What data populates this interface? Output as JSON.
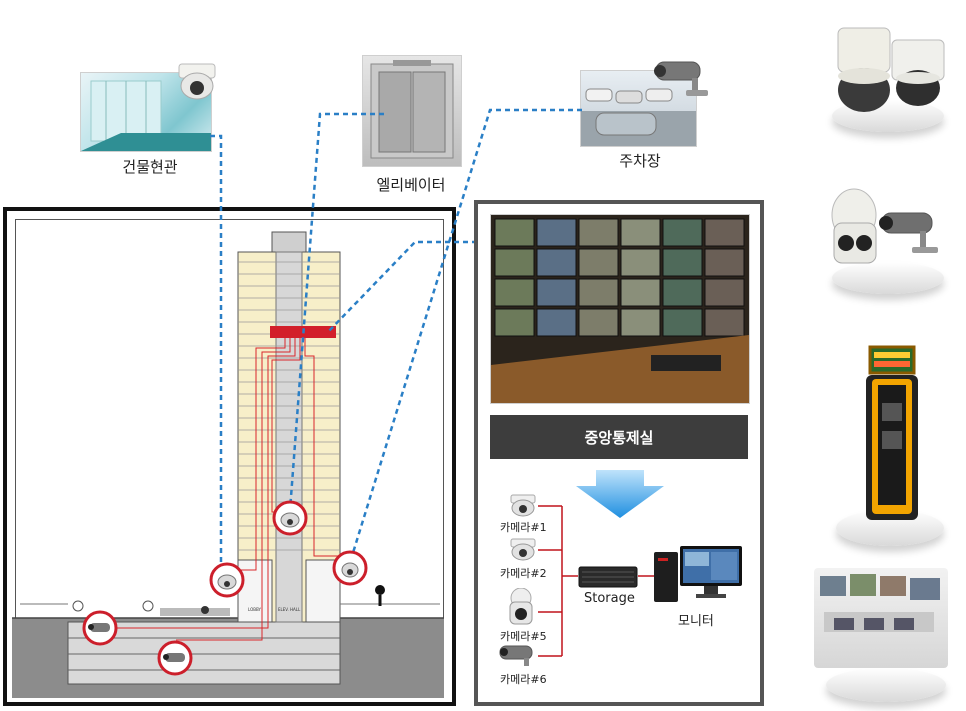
{
  "labels": {
    "lobby": "건물현관",
    "elevator": "엘리베이터",
    "parking": "주차장",
    "control_room": "중앙통제실",
    "storage": "Storage",
    "monitor": "모니터",
    "cam1": "카메라#1",
    "cam2": "카메라#2",
    "cam5": "카메라#5",
    "cam6": "카메라#6"
  },
  "building": {
    "lower_floor_label": "LOBBY",
    "elevator_shaft_label": "ELEV. HALL"
  },
  "colors": {
    "dashed_line": "#2a7fc6",
    "highlight_ring": "#cc1f2b",
    "wiring": "#d9262b",
    "arrow": "#1f8fe0",
    "title_bar": "#3d3d3d"
  }
}
